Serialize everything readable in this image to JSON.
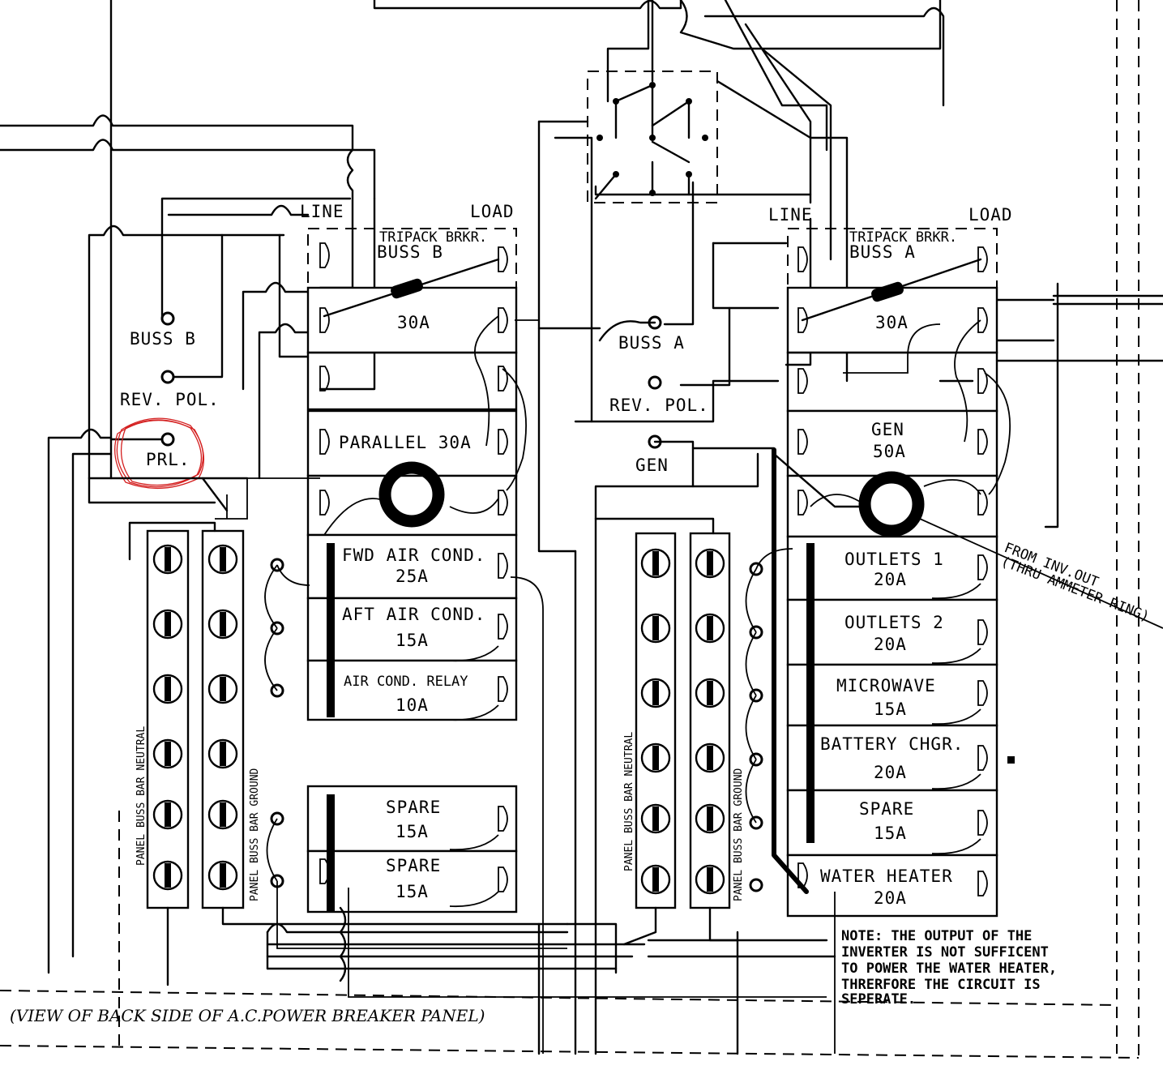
{
  "title": "(VIEW OF BACK SIDE OF A.C.POWER BREAKER PANEL)",
  "panel_b": {
    "line_label": "LINE",
    "load_label": "LOAD",
    "tripack_label": "TRIPACK BRKR.",
    "buss_label": "BUSS B",
    "breakers": [
      {
        "name": "30A",
        "amps": ""
      },
      {
        "name": "PARALLEL 30A",
        "amps": ""
      },
      {
        "name": "FWD AIR COND.",
        "amps": "25A"
      },
      {
        "name": "AFT AIR COND.",
        "amps": "15A"
      },
      {
        "name": "AIR COND. RELAY",
        "amps": "10A"
      },
      {
        "name": "SPARE",
        "amps": "15A"
      },
      {
        "name": "SPARE",
        "amps": "15A"
      }
    ],
    "terminals": [
      "BUSS B",
      "REV. POL.",
      "PRL."
    ],
    "neutral_bar": "PANEL BUSS BAR NEUTRAL",
    "ground_bar": "PANEL BUSS BAR GROUND"
  },
  "panel_a": {
    "line_label": "LINE",
    "load_label": "LOAD",
    "tripack_label": "TRIPACK BRKR.",
    "buss_label": "BUSS A",
    "breakers": [
      {
        "name": "30A",
        "amps": ""
      },
      {
        "name": "GEN",
        "amps": "50A"
      },
      {
        "name": "OUTLETS 1",
        "amps": "20A"
      },
      {
        "name": "OUTLETS 2",
        "amps": "20A"
      },
      {
        "name": "MICROWAVE",
        "amps": "15A"
      },
      {
        "name": "BATTERY CHGR.",
        "amps": "20A"
      },
      {
        "name": "SPARE",
        "amps": "15A"
      },
      {
        "name": "WATER HEATER",
        "amps": "20A"
      }
    ],
    "terminals": [
      "BUSS A",
      "REV. POL.",
      "GEN"
    ],
    "neutral_bar": "PANEL BUSS BAR NEUTRAL",
    "ground_bar": "PANEL BUSS BAR GROUND"
  },
  "inverter_label": [
    "FROM INV.OUT",
    "(THRU AMMETER RING)"
  ],
  "note": [
    "NOTE: THE OUTPUT OF THE",
    "INVERTER IS NOT SUFFICENT",
    "TO POWER THE WATER HEATER,",
    "THRERFORE THE CIRCUIT IS",
    "SEPERATE."
  ]
}
